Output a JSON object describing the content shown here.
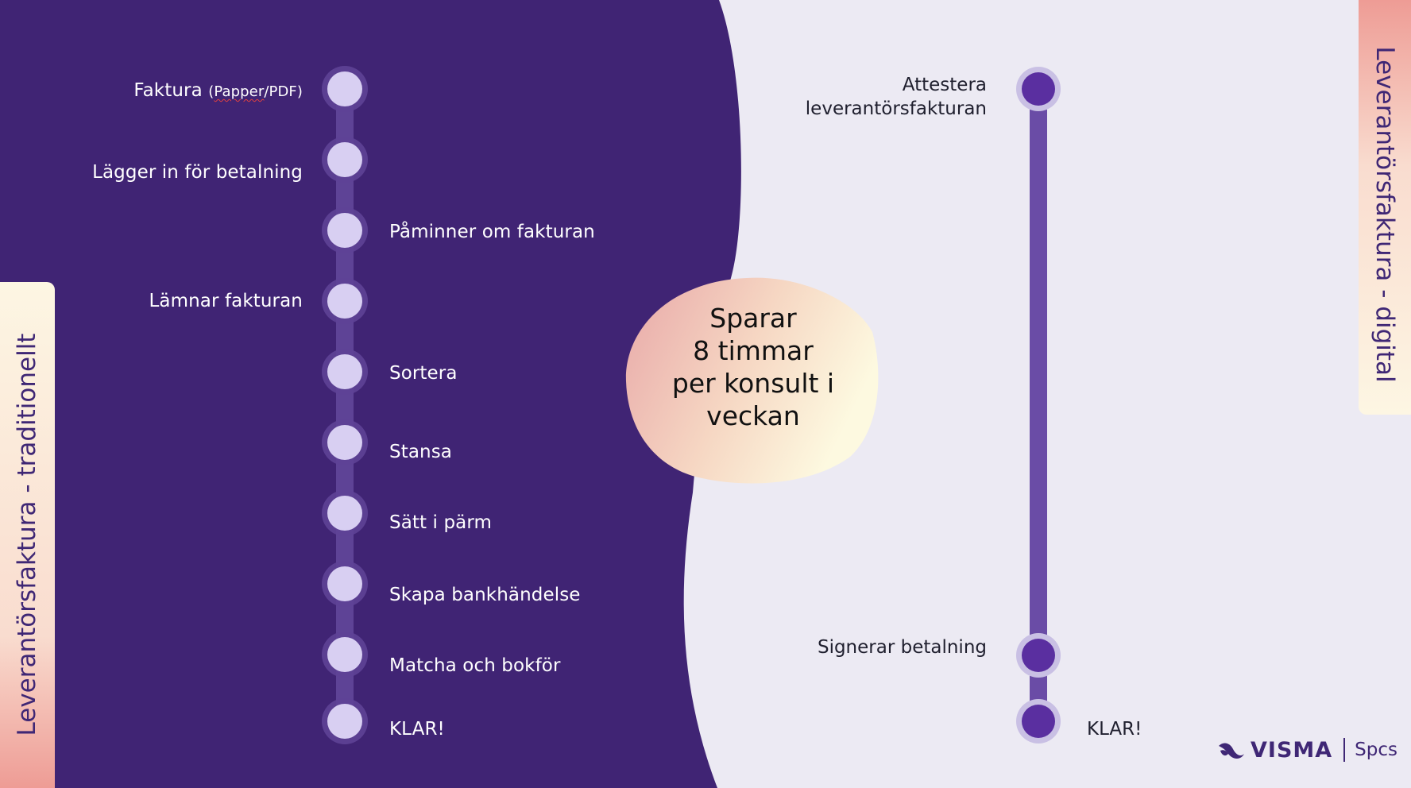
{
  "traditional": {
    "title": "Leverantörsfaktura - traditionellt",
    "steps": [
      {
        "text": "Faktura",
        "note": "(Papper/PDF)",
        "side": "left"
      },
      {
        "text": "Lägger in för betalning",
        "side": "left"
      },
      {
        "text": "Påminner om fakturan",
        "side": "right"
      },
      {
        "text": "Lämnar fakturan",
        "side": "left"
      },
      {
        "text": "Sortera",
        "side": "right"
      },
      {
        "text": "Stansa",
        "side": "right"
      },
      {
        "text": "Sätt i pärm",
        "side": "right"
      },
      {
        "text": "Skapa bankhändelse",
        "side": "right"
      },
      {
        "text": "Matcha och bokför",
        "side": "right"
      },
      {
        "text": "KLAR!",
        "side": "right"
      }
    ]
  },
  "digital": {
    "title": "Leverantörsfaktura - digital",
    "steps": [
      {
        "line1": "Attestera",
        "line2": "leverantörsfakturan"
      },
      {
        "line1": "Signerar betalning"
      },
      {
        "line1": "KLAR!"
      }
    ]
  },
  "savings": {
    "line1": "Sparar",
    "line2": "8 timmar",
    "line3": "per konsult i",
    "line4": "veckan"
  },
  "logo": {
    "brand": "VISMA",
    "sub": "Spcs"
  },
  "colors": {
    "dark_purple": "#402474",
    "light_bg": "#ECEAF3",
    "node_light": "#D8CFF2",
    "node_dark": "#5A2FA0"
  }
}
